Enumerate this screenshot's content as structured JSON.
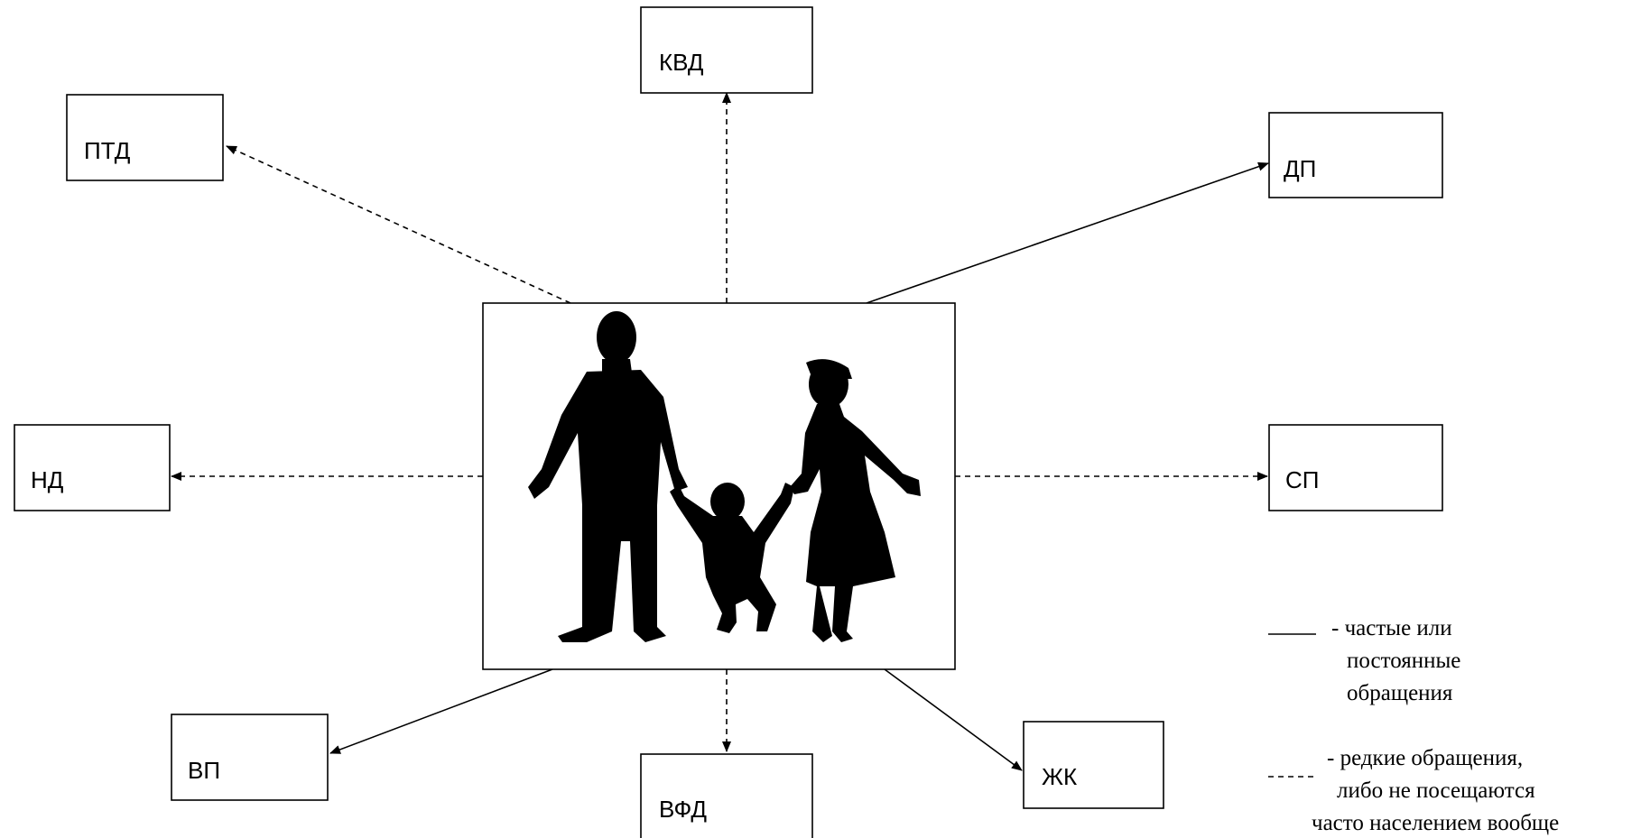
{
  "nodes": {
    "kvd": "КВД",
    "ptd": "ПТД",
    "dp": "ДП",
    "nd": "НД",
    "sp": "СП",
    "vp": "ВП",
    "vfd": "ВФД",
    "zhk": "ЖК"
  },
  "center": {
    "image": "family-silhouette"
  },
  "connections": [
    {
      "to": "КВД",
      "style": "dashed"
    },
    {
      "to": "ПТД",
      "style": "dashed"
    },
    {
      "to": "ДП",
      "style": "solid"
    },
    {
      "to": "НД",
      "style": "dashed"
    },
    {
      "to": "СП",
      "style": "dashed"
    },
    {
      "to": "ВП",
      "style": "solid"
    },
    {
      "to": "ВФД",
      "style": "dashed"
    },
    {
      "to": "ЖК",
      "style": "solid"
    }
  ],
  "legend": {
    "solid": [
      "- частые или",
      "постоянные",
      "обращения"
    ],
    "dashed": [
      "- редкие обращения,",
      "либо не посещаются",
      "часто населением вообще"
    ]
  },
  "colors": {
    "stroke": "#000000",
    "background": "#ffffff"
  }
}
